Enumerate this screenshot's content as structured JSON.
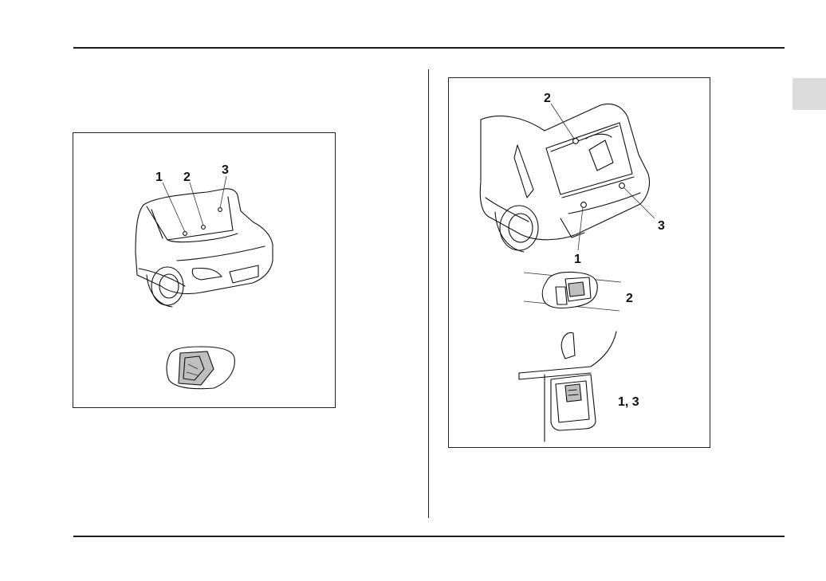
{
  "figures": {
    "sedan": {
      "callouts": [
        "1",
        "2",
        "3"
      ]
    },
    "wagon": {
      "callouts": [
        "2",
        "3",
        "1"
      ],
      "detail_labels": [
        "2",
        "1, 3"
      ]
    }
  }
}
